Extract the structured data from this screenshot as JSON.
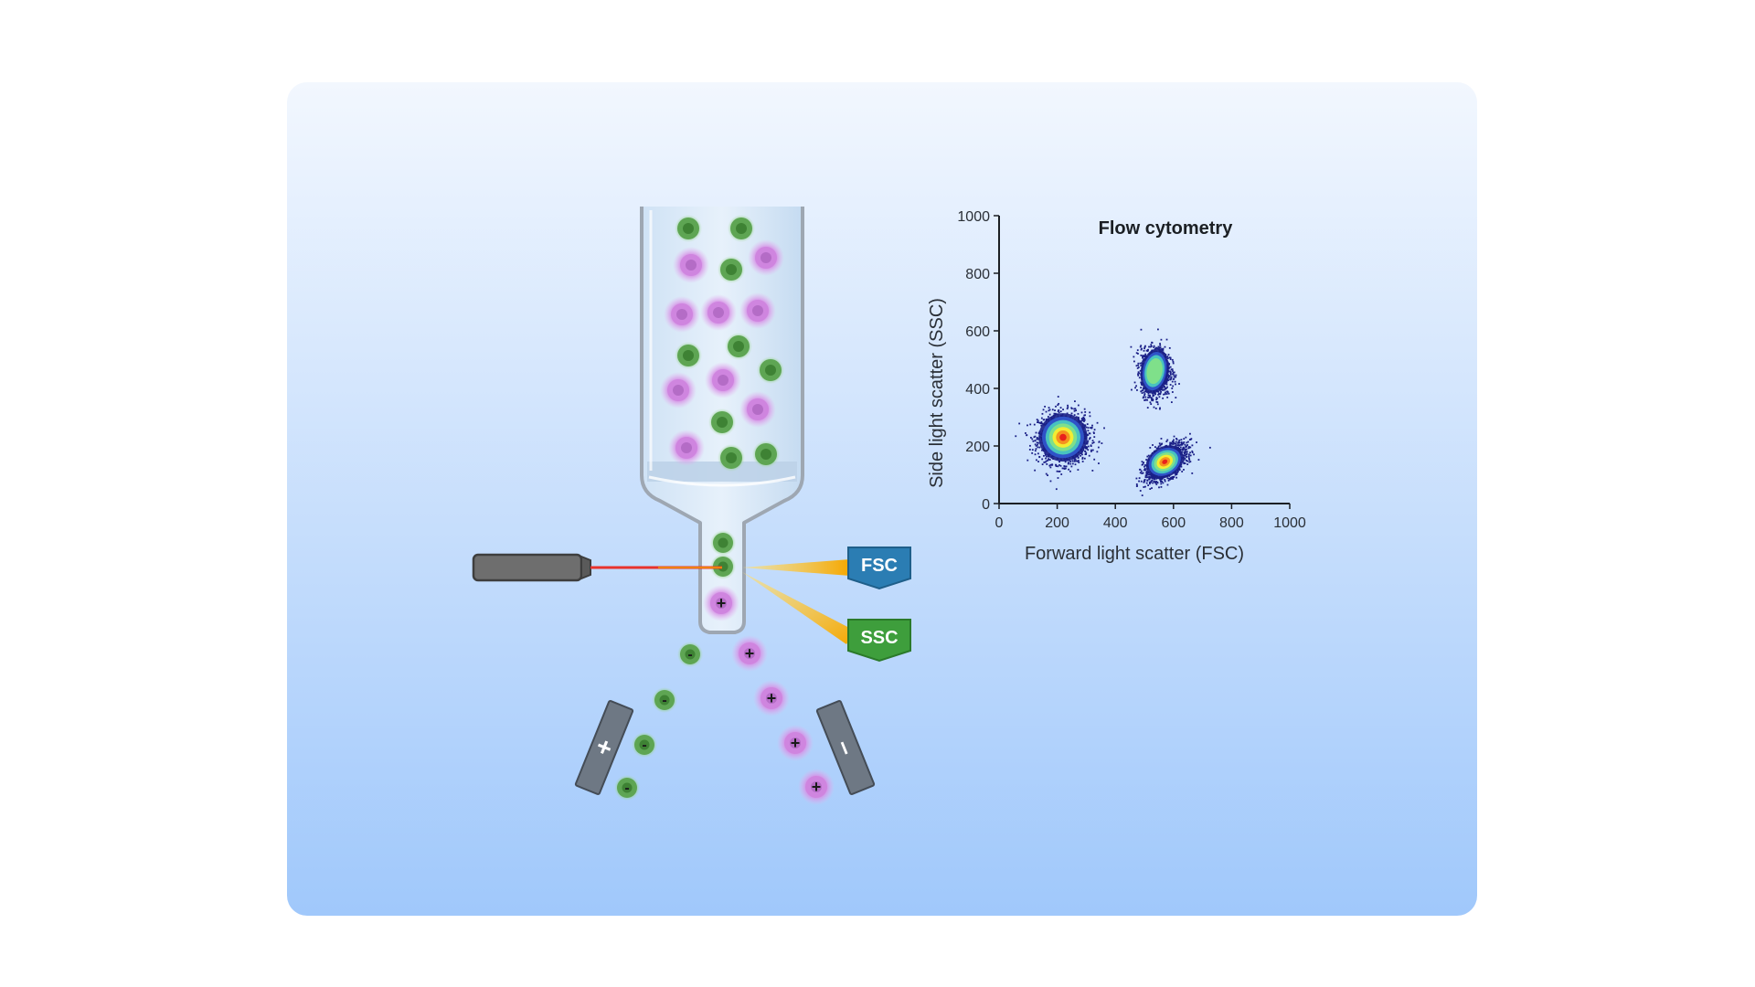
{
  "detectors": {
    "fsc": {
      "label": "FSC",
      "color": "#2b7db3"
    },
    "ssc": {
      "label": "SSC",
      "color": "#3e9e3c"
    }
  },
  "plates": {
    "left": "+",
    "right": "–"
  },
  "charges": {
    "positive": "+",
    "negative": "-"
  },
  "colors": {
    "background_top": "#f2f7fe",
    "background_bottom": "#a0c8fb",
    "green_cell": "#5ea553",
    "green_cell_core": "#3e8234",
    "purple_cell": "#cf85df",
    "purple_cell_core": "#b46cc6",
    "laser_body": "#6e6e6e",
    "laser_beam": "#e8322c",
    "light_beam": "#f5b700"
  },
  "chart_data": {
    "type": "scatter",
    "title": "Flow cytometry",
    "xlabel": "Forward light scatter (FSC)",
    "ylabel": "Side light scatter (SSC)",
    "xlim": [
      0,
      1000
    ],
    "ylim": [
      0,
      1000
    ],
    "xticks": [
      "0",
      "200",
      "400",
      "600",
      "800",
      "1000"
    ],
    "yticks": [
      "0",
      "200",
      "400",
      "600",
      "800",
      "1000"
    ],
    "grid": false,
    "density_colormap": [
      "#1a1f86",
      "#2f53c8",
      "#48c2c0",
      "#7fe08a",
      "#f3ec32",
      "#f5921f",
      "#e8211c"
    ],
    "series": [
      {
        "center": [
          220,
          230
        ],
        "spread": [
          80,
          80
        ]
      },
      {
        "center": [
          535,
          460
        ],
        "spread": [
          45,
          75
        ]
      },
      {
        "center": [
          570,
          145
        ],
        "spread": [
          65,
          50
        ]
      }
    ]
  }
}
